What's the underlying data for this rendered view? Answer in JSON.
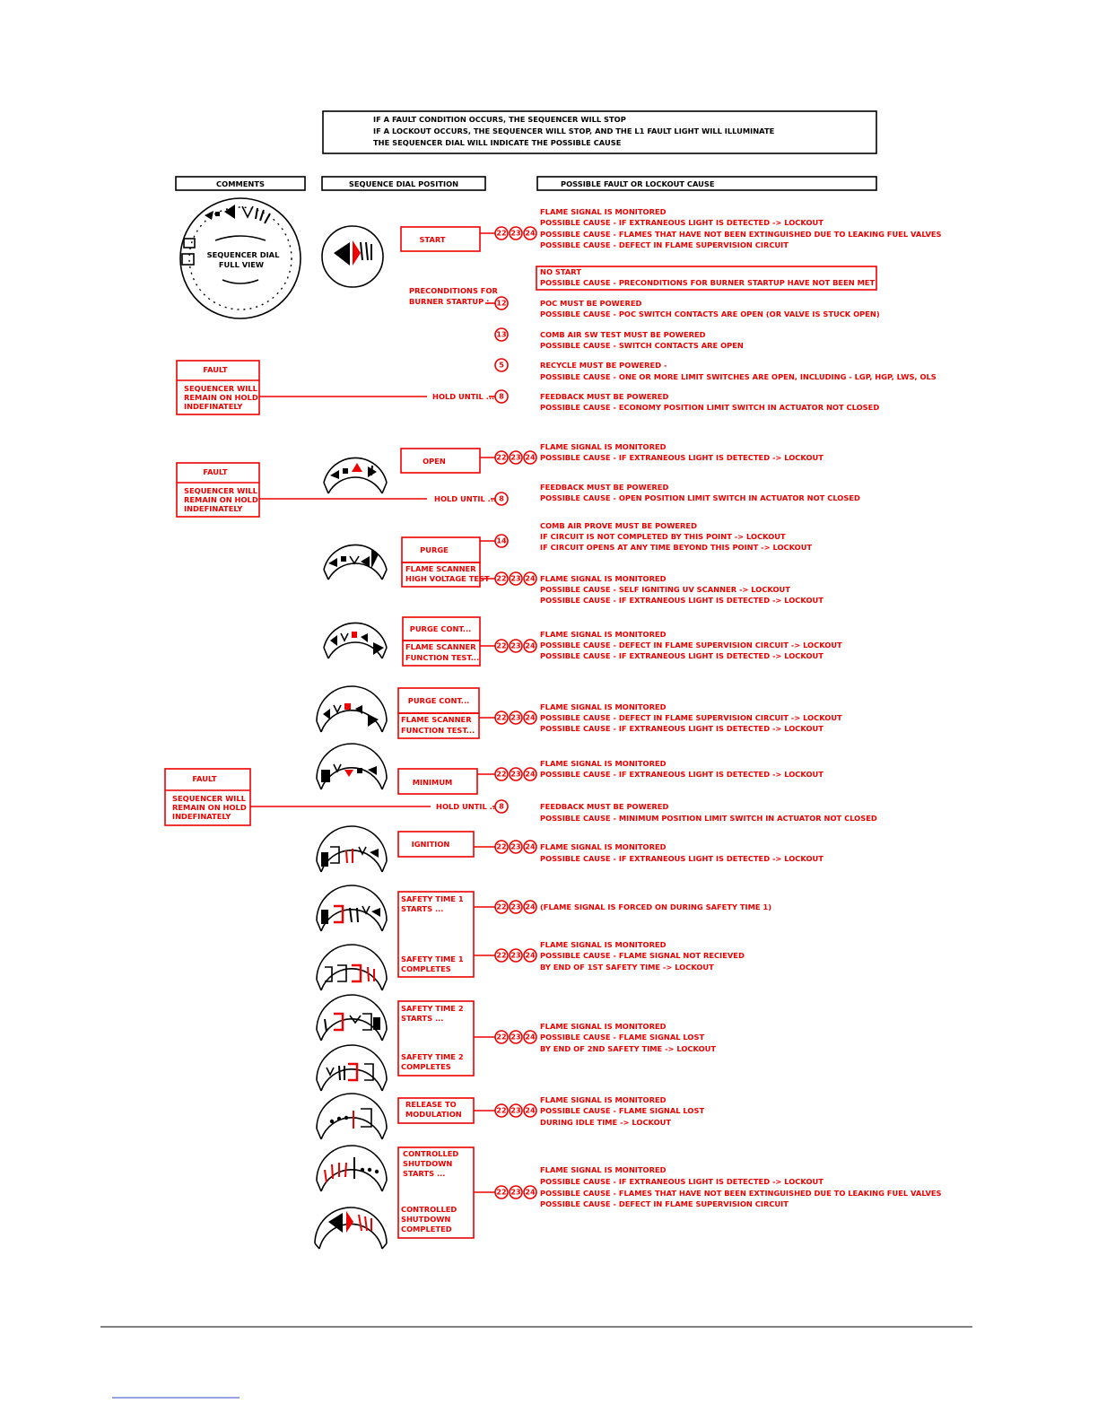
{
  "header_notes": [
    "IF A FAULT CONDITION OCCURS, THE SEQUENCER WILL STOP",
    "IF A LOCKOUT OCCURS, THE SEQUENCER WILL STOP, AND THE L1 FAULT LIGHT WILL ILLUMINATE",
    "THE SEQUENCER DIAL WILL INDICATE THE POSSIBLE CAUSE"
  ],
  "columns": {
    "comments": "COMMENTS",
    "dial_position": "SEQUENCE DIAL POSITION",
    "fault_cause": "POSSIBLE FAULT OR LOCKOUT CAUSE"
  },
  "full_view": {
    "line1": "SEQUENCER DIAL",
    "line2": "FULL VIEW"
  },
  "fault_boxes": [
    {
      "title": "FAULT",
      "body": [
        "SEQUENCER WILL",
        "REMAIN ON HOLD",
        "INDEFINATELY"
      ]
    },
    {
      "title": "FAULT",
      "body": [
        "SEQUENCER WILL",
        "REMAIN ON HOLD",
        "INDEFINATELY"
      ]
    },
    {
      "title": "FAULT",
      "body": [
        "SEQUENCER WILL",
        "REMAIN ON HOLD",
        "INDEFINATELY"
      ]
    }
  ],
  "hold_until": "HOLD UNTIL ...",
  "preconditions": [
    "PRECONDITIONS FOR",
    "BURNER STARTUP :"
  ],
  "step_labels": {
    "start": "START",
    "open": "OPEN",
    "purge": "PURGE",
    "purge_hv": [
      "FLAME SCANNER",
      "HIGH VOLTAGE TEST"
    ],
    "purge_cont_1": "PURGE CONT...",
    "purge_cont_1_ft": [
      "FLAME SCANNER",
      "FUNCTION TEST..."
    ],
    "purge_cont_2": "PURGE CONT...",
    "purge_cont_2_ft": [
      "FLAME SCANNER",
      "FUNCTION TEST..."
    ],
    "minimum": "MINIMUM",
    "ignition": "IGNITION",
    "st1_start": [
      "SAFETY TIME 1",
      "STARTS ..."
    ],
    "st1_end": [
      "SAFETY TIME 1",
      "COMPLETES"
    ],
    "st2_start": [
      "SAFETY TIME 2",
      "STARTS ..."
    ],
    "st2_end": [
      "SAFETY TIME 2",
      "COMPLETES"
    ],
    "release": [
      "RELEASE TO",
      "MODULATION"
    ],
    "cs_start": [
      "CONTROLLED",
      "SHUTDOWN",
      "STARTS ..."
    ],
    "cs_end": [
      "CONTROLLED",
      "SHUTDOWN",
      "COMPLETED"
    ]
  },
  "badges": {
    "flame": [
      "22",
      "23",
      "24"
    ],
    "poc": "12",
    "comb_air": "13",
    "recycle": "5",
    "feedback": "8",
    "comb_prove": "14"
  },
  "causes": {
    "start": [
      "FLAME SIGNAL IS MONITORED",
      "POSSIBLE CAUSE - IF EXTRANEOUS LIGHT IS DETECTED -> LOCKOUT",
      "POSSIBLE CAUSE - FLAMES THAT HAVE NOT BEEN EXTINGUISHED DUE TO LEAKING FUEL VALVES",
      "POSSIBLE CAUSE - DEFECT IN FLAME SUPERVISION CIRCUIT"
    ],
    "no_start": [
      "NO START",
      "POSSIBLE CAUSE - PRECONDITIONS FOR BURNER STARTUP HAVE NOT BEEN MET"
    ],
    "poc": [
      "POC MUST BE POWERED",
      "POSSIBLE CAUSE - POC SWITCH CONTACTS ARE OPEN (OR VALVE IS STUCK OPEN)"
    ],
    "comb_air": [
      "COMB AIR SW TEST MUST BE POWERED",
      "POSSIBLE CAUSE - SWITCH CONTACTS ARE OPEN"
    ],
    "recycle": [
      "RECYCLE MUST BE POWERED -",
      "POSSIBLE CAUSE - ONE OR MORE LIMIT SWITCHES ARE OPEN, INCLUDING - LGP, HGP, LWS, OLS"
    ],
    "feedback_economy": [
      "FEEDBACK MUST BE POWERED",
      "POSSIBLE CAUSE - ECONOMY POSITION LIMIT SWITCH IN ACTUATOR NOT CLOSED"
    ],
    "open_flame": [
      "FLAME SIGNAL IS MONITORED",
      "POSSIBLE CAUSE - IF EXTRANEOUS LIGHT IS DETECTED -> LOCKOUT"
    ],
    "feedback_open": [
      "FEEDBACK MUST BE POWERED",
      "POSSIBLE CAUSE - OPEN POSITION LIMIT SWITCH IN ACTUATOR NOT CLOSED"
    ],
    "comb_prove": [
      "COMB AIR PROVE MUST BE POWERED",
      "IF CIRCUIT IS NOT COMPLETED BY THIS POINT -> LOCKOUT",
      "IF CIRCUIT OPENS AT ANY TIME BEYOND THIS POINT -> LOCKOUT"
    ],
    "purge_flame": [
      "FLAME SIGNAL IS MONITORED",
      "POSSIBLE CAUSE - SELF IGNITING UV SCANNER -> LOCKOUT",
      "POSSIBLE CAUSE - IF EXTRANEOUS LIGHT IS DETECTED -> LOCKOUT"
    ],
    "purge_cont_1": [
      "FLAME SIGNAL IS MONITORED",
      "POSSIBLE CAUSE - DEFECT IN FLAME SUPERVISION CIRCUIT -> LOCKOUT",
      "POSSIBLE CAUSE - IF EXTRANEOUS LIGHT IS DETECTED -> LOCKOUT"
    ],
    "purge_cont_2": [
      "FLAME SIGNAL IS MONITORED",
      "POSSIBLE CAUSE - DEFECT IN FLAME SUPERVISION CIRCUIT -> LOCKOUT",
      "POSSIBLE CAUSE - IF EXTRANEOUS LIGHT IS DETECTED -> LOCKOUT"
    ],
    "minimum": [
      "FLAME SIGNAL IS MONITORED",
      "POSSIBLE CAUSE - IF EXTRANEOUS LIGHT IS DETECTED -> LOCKOUT"
    ],
    "feedback_minimum": [
      "FEEDBACK MUST BE POWERED",
      "POSSIBLE CAUSE - MINIMUM POSITION LIMIT SWITCH IN ACTUATOR NOT CLOSED"
    ],
    "ignition": [
      "FLAME SIGNAL IS MONITORED",
      "POSSIBLE CAUSE - IF EXTRANEOUS LIGHT IS DETECTED -> LOCKOUT"
    ],
    "st1_forced": [
      "(FLAME SIGNAL IS FORCED ON DURING SAFETY TIME 1)"
    ],
    "st1_end": [
      "FLAME SIGNAL IS MONITORED",
      "POSSIBLE CAUSE - FLAME SIGNAL NOT RECIEVED",
      "BY END OF 1ST SAFETY TIME -> LOCKOUT"
    ],
    "st2": [
      "FLAME SIGNAL IS MONITORED",
      "POSSIBLE CAUSE - FLAME SIGNAL LOST",
      "BY END OF 2ND SAFETY TIME -> LOCKOUT"
    ],
    "release": [
      "FLAME SIGNAL IS MONITORED",
      "POSSIBLE CAUSE - FLAME SIGNAL LOST",
      "DURING IDLE TIME -> LOCKOUT"
    ],
    "shutdown": [
      "FLAME SIGNAL IS MONITORED",
      "POSSIBLE CAUSE - IF EXTRANEOUS LIGHT IS DETECTED -> LOCKOUT",
      "POSSIBLE CAUSE - FLAMES THAT HAVE NOT BEEN EXTINGUISHED DUE TO LEAKING FUEL VALVES",
      "POSSIBLE CAUSE - DEFECT IN FLAME SUPERVISION CIRCUIT"
    ]
  },
  "colors": {
    "annotation": "#ee0000",
    "outline": "#000000",
    "link_underline": "#3344cc"
  }
}
